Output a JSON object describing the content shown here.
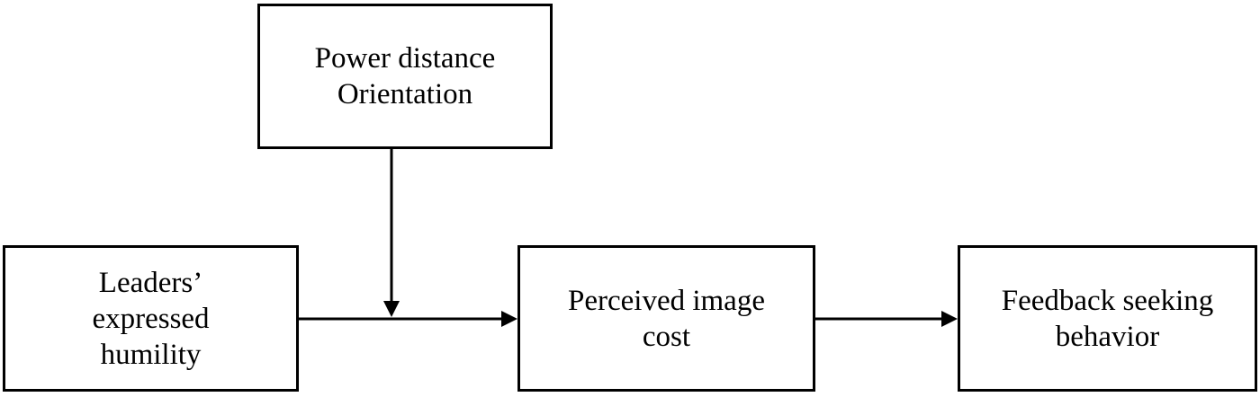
{
  "nodes": {
    "power_distance": {
      "lines": [
        "Power distance",
        "Orientation"
      ]
    },
    "leaders_humility": {
      "lines": [
        "Leaders’",
        "expressed",
        "humility"
      ]
    },
    "perceived_image_cost": {
      "lines": [
        "Perceived image",
        "cost"
      ]
    },
    "feedback_seeking": {
      "lines": [
        "Feedback seeking",
        "behavior"
      ]
    }
  },
  "edges": [
    {
      "from": "leaders_humility",
      "to": "perceived_image_cost"
    },
    {
      "from": "perceived_image_cost",
      "to": "feedback_seeking"
    },
    {
      "from": "power_distance",
      "to": "leaders_humility->perceived_image_cost",
      "type": "moderation"
    }
  ]
}
